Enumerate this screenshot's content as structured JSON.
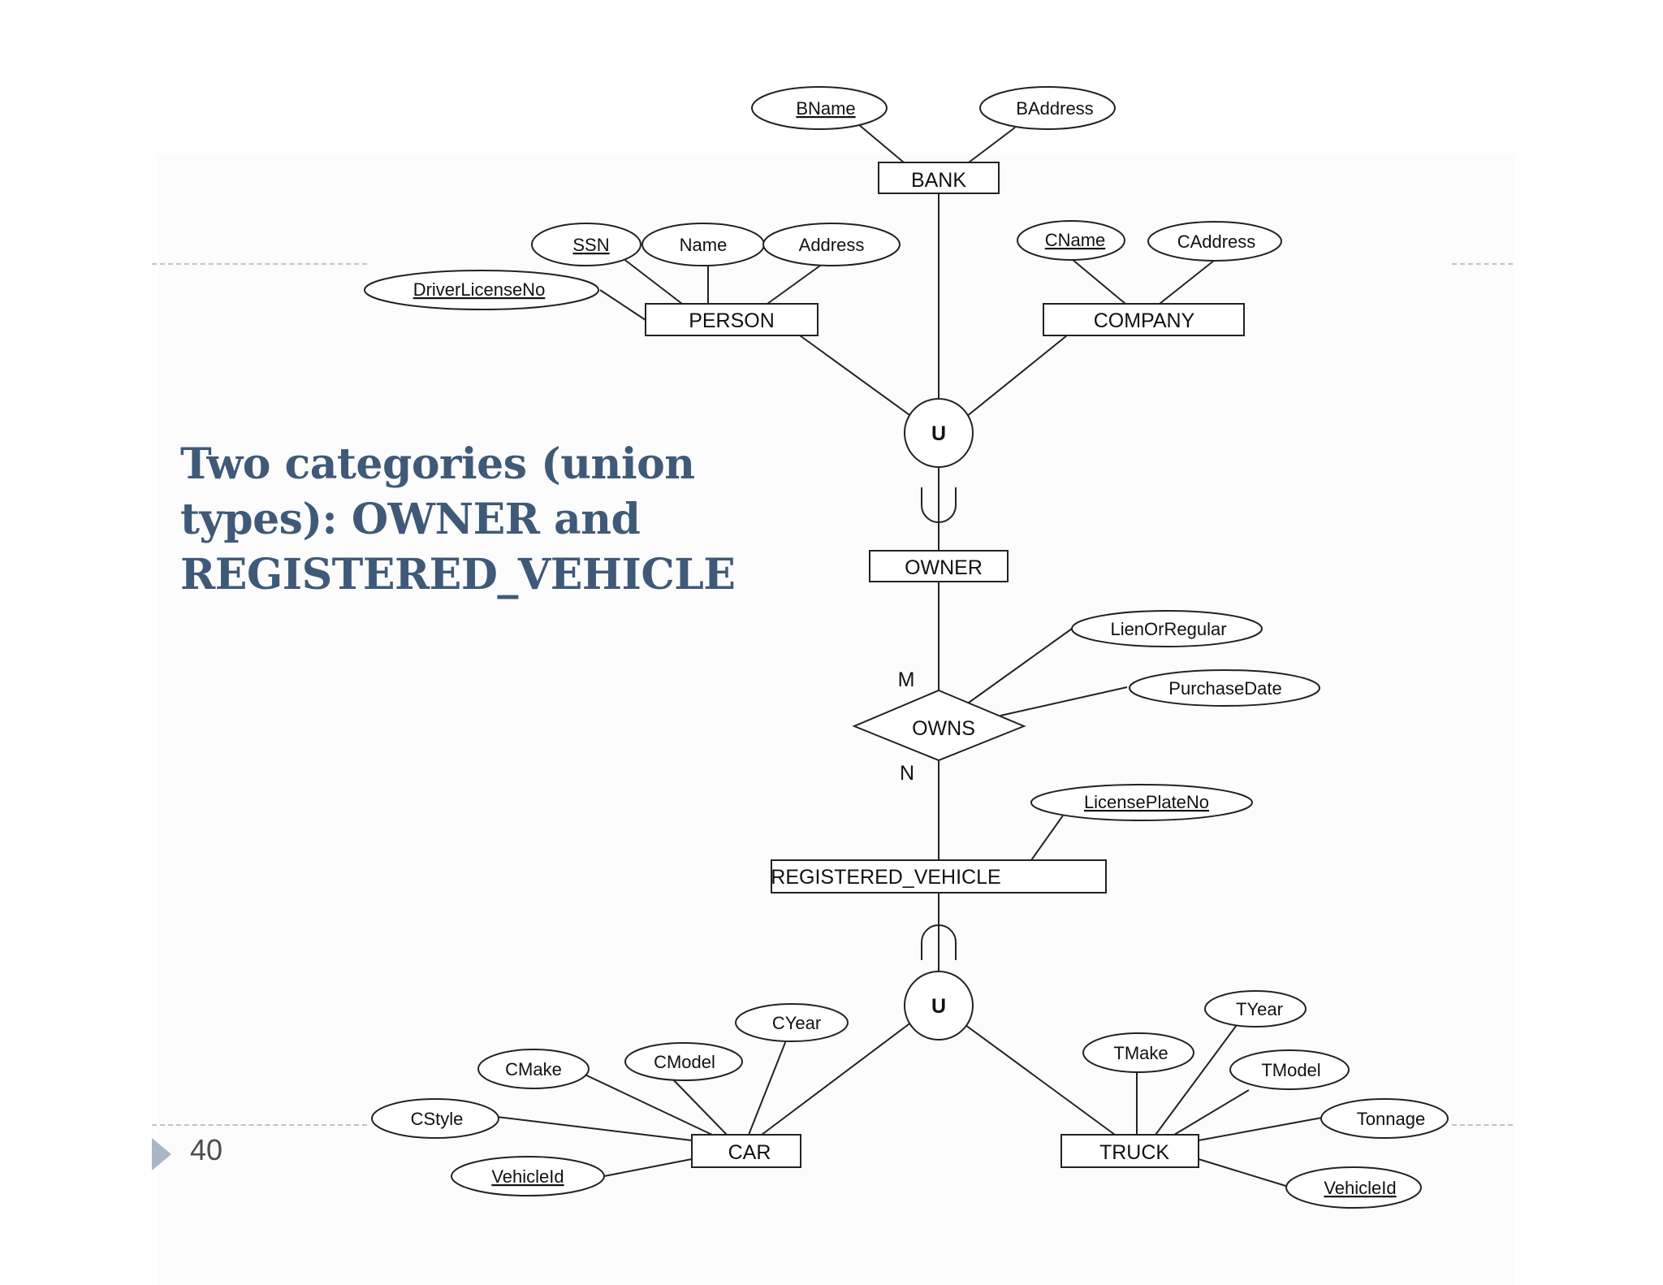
{
  "slide": {
    "title_lines": [
      "Two categories (union",
      "types): OWNER and",
      "REGISTERED_VEHICLE"
    ],
    "page_number": "40"
  },
  "diagram": {
    "entities": {
      "bank": "BANK",
      "person": "PERSON",
      "company": "COMPANY",
      "owner": "OWNER",
      "registered_vehicle": "REGISTERED_VEHICLE",
      "car": "CAR",
      "truck": "TRUCK"
    },
    "relationships": {
      "owns": "OWNS"
    },
    "union_symbols": {
      "top": "U",
      "bottom": "U"
    },
    "cardinalities": {
      "owner_side": "M",
      "vehicle_side": "N"
    },
    "attributes": {
      "bname": "BName",
      "baddress": "BAddress",
      "ssn": "SSN",
      "name": "Name",
      "address": "Address",
      "driver_license_no": "DriverLicenseNo",
      "cname": "CName",
      "caddress": "CAddress",
      "lien_or_regular": "LienOrRegular",
      "purchase_date": "PurchaseDate",
      "license_plate_no": "LicensePlateNo",
      "cyear": "CYear",
      "cmake": "CMake",
      "cmodel": "CModel",
      "cstyle": "CStyle",
      "car_vehicle_id": "VehicleId",
      "tyear": "TYear",
      "tmake": "TMake",
      "tmodel": "TModel",
      "tonnage": "Tonnage",
      "truck_vehicle_id": "VehicleId"
    }
  }
}
